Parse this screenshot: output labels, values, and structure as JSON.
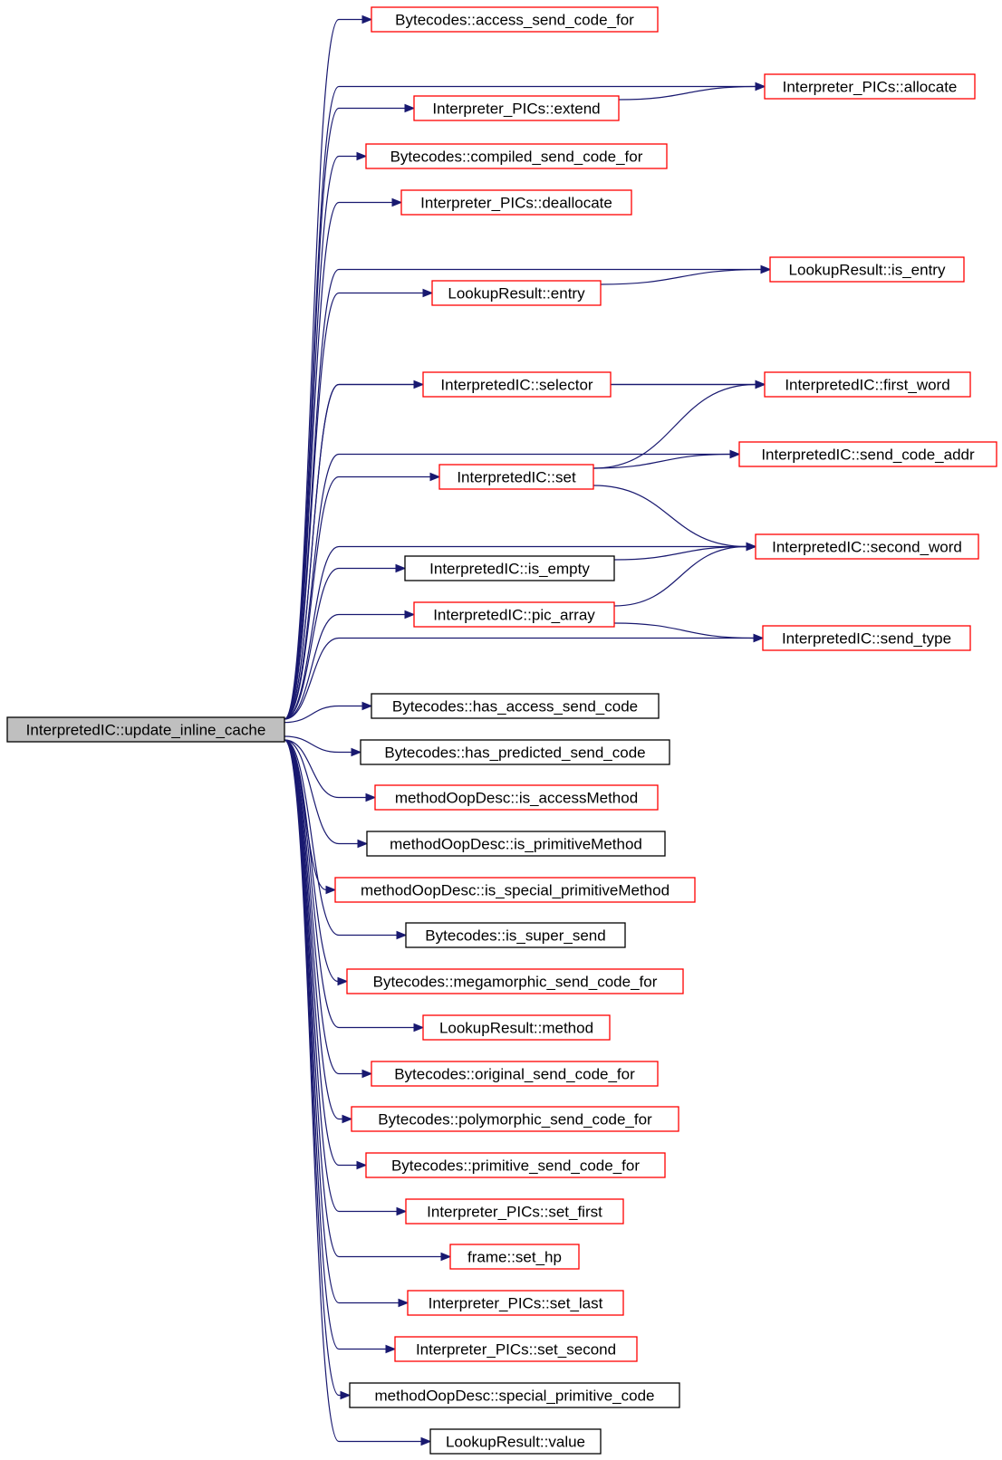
{
  "title": "",
  "colors": {
    "edge": "#191970",
    "border_red": "#ff0000",
    "border_black": "#000000",
    "root_fill": "#bfbfbf",
    "background": "#ffffff"
  },
  "nodes": [
    {
      "id": "root",
      "label": "InterpretedIC::update_inline_cache",
      "border": "black",
      "root": true
    },
    {
      "id": "n1",
      "label": "Bytecodes::access_send_code_for",
      "border": "red"
    },
    {
      "id": "n2",
      "label": "Interpreter_PICs::allocate",
      "border": "red"
    },
    {
      "id": "n3",
      "label": "Interpreter_PICs::extend",
      "border": "red"
    },
    {
      "id": "n4",
      "label": "Bytecodes::compiled_send_code_for",
      "border": "red"
    },
    {
      "id": "n5",
      "label": "Interpreter_PICs::deallocate",
      "border": "red"
    },
    {
      "id": "n6",
      "label": "LookupResult::is_entry",
      "border": "red"
    },
    {
      "id": "n7",
      "label": "LookupResult::entry",
      "border": "red"
    },
    {
      "id": "n8",
      "label": "InterpretedIC::first_word",
      "border": "red"
    },
    {
      "id": "n9",
      "label": "InterpretedIC::selector",
      "border": "red"
    },
    {
      "id": "n10",
      "label": "InterpretedIC::send_code_addr",
      "border": "red"
    },
    {
      "id": "n11",
      "label": "InterpretedIC::set",
      "border": "red"
    },
    {
      "id": "n12",
      "label": "InterpretedIC::second_word",
      "border": "red"
    },
    {
      "id": "n13",
      "label": "InterpretedIC::is_empty",
      "border": "black"
    },
    {
      "id": "n14",
      "label": "InterpretedIC::pic_array",
      "border": "red"
    },
    {
      "id": "n15",
      "label": "InterpretedIC::send_type",
      "border": "red"
    },
    {
      "id": "n16",
      "label": "Bytecodes::has_access_send_code",
      "border": "black"
    },
    {
      "id": "n17",
      "label": "Bytecodes::has_predicted_send_code",
      "border": "black"
    },
    {
      "id": "n18",
      "label": "methodOopDesc::is_accessMethod",
      "border": "red"
    },
    {
      "id": "n19",
      "label": "methodOopDesc::is_primitiveMethod",
      "border": "black"
    },
    {
      "id": "n20",
      "label": "methodOopDesc::is_special_primitiveMethod",
      "border": "red"
    },
    {
      "id": "n21",
      "label": "Bytecodes::is_super_send",
      "border": "black"
    },
    {
      "id": "n22",
      "label": "Bytecodes::megamorphic_send_code_for",
      "border": "red"
    },
    {
      "id": "n23",
      "label": "LookupResult::method",
      "border": "red"
    },
    {
      "id": "n24",
      "label": "Bytecodes::original_send_code_for",
      "border": "red"
    },
    {
      "id": "n25",
      "label": "Bytecodes::polymorphic_send_code_for",
      "border": "red"
    },
    {
      "id": "n26",
      "label": "Bytecodes::primitive_send_code_for",
      "border": "red"
    },
    {
      "id": "n27",
      "label": "Interpreter_PICs::set_first",
      "border": "red"
    },
    {
      "id": "n28",
      "label": "frame::set_hp",
      "border": "red"
    },
    {
      "id": "n29",
      "label": "Interpreter_PICs::set_last",
      "border": "red"
    },
    {
      "id": "n30",
      "label": "Interpreter_PICs::set_second",
      "border": "red"
    },
    {
      "id": "n31",
      "label": "methodOopDesc::special_primitive_code",
      "border": "black"
    },
    {
      "id": "n32",
      "label": "LookupResult::value",
      "border": "black"
    }
  ],
  "edges": [
    [
      "root",
      "n1"
    ],
    [
      "root",
      "n2"
    ],
    [
      "root",
      "n3"
    ],
    [
      "root",
      "n4"
    ],
    [
      "root",
      "n5"
    ],
    [
      "root",
      "n6"
    ],
    [
      "root",
      "n7"
    ],
    [
      "root",
      "n8"
    ],
    [
      "root",
      "n9"
    ],
    [
      "root",
      "n10"
    ],
    [
      "root",
      "n11"
    ],
    [
      "root",
      "n12"
    ],
    [
      "root",
      "n13"
    ],
    [
      "root",
      "n14"
    ],
    [
      "root",
      "n15"
    ],
    [
      "root",
      "n16"
    ],
    [
      "root",
      "n17"
    ],
    [
      "root",
      "n18"
    ],
    [
      "root",
      "n19"
    ],
    [
      "root",
      "n20"
    ],
    [
      "root",
      "n21"
    ],
    [
      "root",
      "n22"
    ],
    [
      "root",
      "n23"
    ],
    [
      "root",
      "n24"
    ],
    [
      "root",
      "n25"
    ],
    [
      "root",
      "n26"
    ],
    [
      "root",
      "n27"
    ],
    [
      "root",
      "n28"
    ],
    [
      "root",
      "n29"
    ],
    [
      "root",
      "n30"
    ],
    [
      "root",
      "n31"
    ],
    [
      "root",
      "n32"
    ],
    [
      "n3",
      "n2"
    ],
    [
      "n7",
      "n6"
    ],
    [
      "n9",
      "n8"
    ],
    [
      "n11",
      "n8"
    ],
    [
      "n11",
      "n10"
    ],
    [
      "n11",
      "n12"
    ],
    [
      "n13",
      "n12"
    ],
    [
      "n14",
      "n12"
    ],
    [
      "n14",
      "n15"
    ]
  ]
}
